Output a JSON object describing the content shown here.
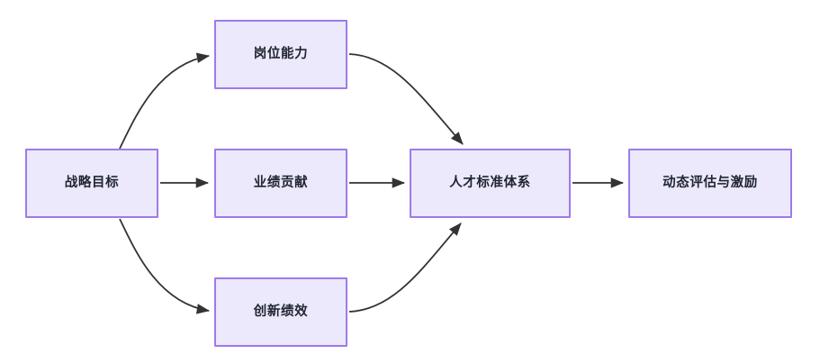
{
  "diagram": {
    "type": "flowchart",
    "direction": "left-to-right",
    "title": "",
    "colors": {
      "node_fill": "#ebe9fb",
      "node_border": "#9f7aea",
      "node_text": "#1f2430",
      "edge_stroke": "#333333",
      "background": "#ffffff"
    },
    "nodes": [
      {
        "id": "strategy",
        "label": "战略目标"
      },
      {
        "id": "competency",
        "label": "岗位能力"
      },
      {
        "id": "performance",
        "label": "业绩贡献"
      },
      {
        "id": "innovation",
        "label": "创新绩效"
      },
      {
        "id": "talentstd",
        "label": "人才标准体系"
      },
      {
        "id": "evaluation",
        "label": "动态评估与激励"
      }
    ],
    "edges": [
      {
        "from": "strategy",
        "to": "competency",
        "label": "",
        "style": "curved"
      },
      {
        "from": "strategy",
        "to": "performance",
        "label": "",
        "style": "straight"
      },
      {
        "from": "strategy",
        "to": "innovation",
        "label": "",
        "style": "curved"
      },
      {
        "from": "competency",
        "to": "talentstd",
        "label": "",
        "style": "curved"
      },
      {
        "from": "performance",
        "to": "talentstd",
        "label": "",
        "style": "straight"
      },
      {
        "from": "innovation",
        "to": "talentstd",
        "label": "",
        "style": "curved"
      },
      {
        "from": "talentstd",
        "to": "evaluation",
        "label": "",
        "style": "straight"
      }
    ]
  }
}
